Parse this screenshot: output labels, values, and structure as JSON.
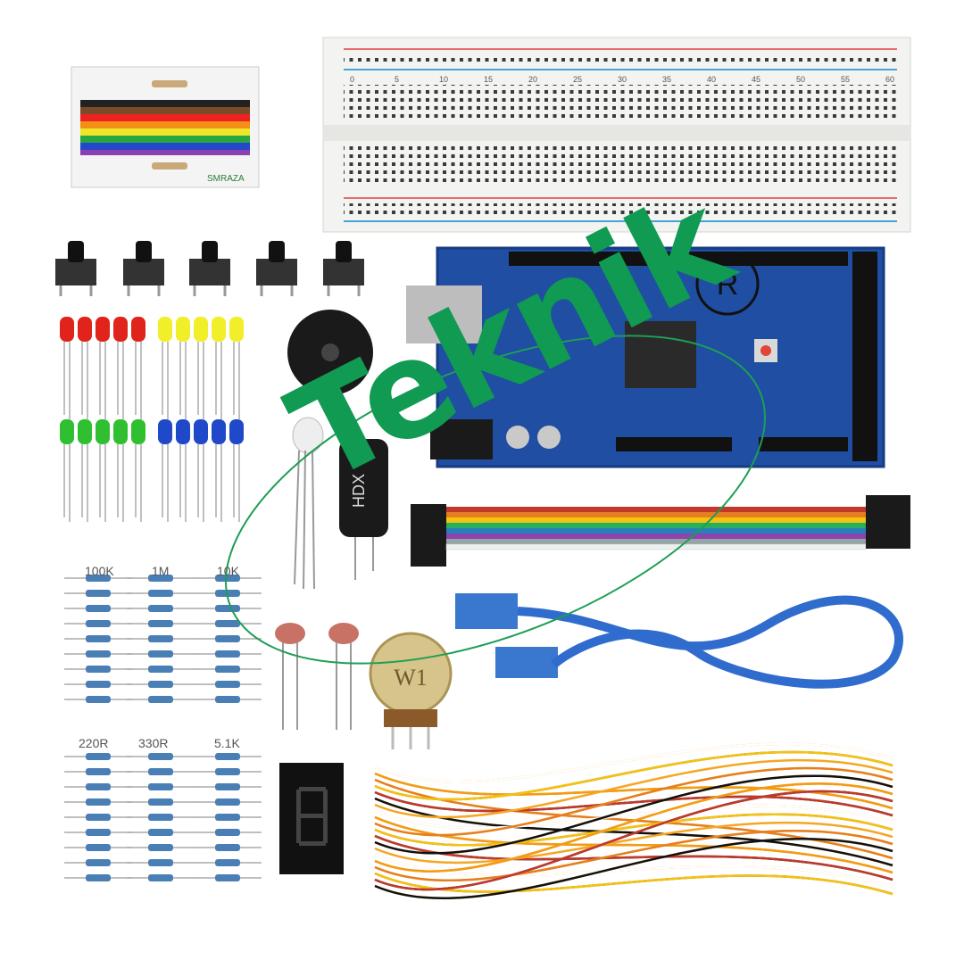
{
  "product": {
    "breadboard_row_numbers_top": [
      "0",
      "5",
      "10",
      "15",
      "20",
      "25",
      "30",
      "35",
      "40",
      "45",
      "50",
      "55",
      "60"
    ],
    "resistor_labels": [
      "100K",
      "1M",
      "10K",
      "220R",
      "330R",
      "5.1K"
    ],
    "led_colors": [
      "#e0241b",
      "#f1ee2a",
      "#2fbf31",
      "#1f49c9"
    ],
    "board_color": "#1f4ea3",
    "color_card_caption": "SMRAZA",
    "watermark_text": "Teknik",
    "registered_mark": "R",
    "pot_marking": "W1",
    "capacitor_marking": "HDX"
  }
}
